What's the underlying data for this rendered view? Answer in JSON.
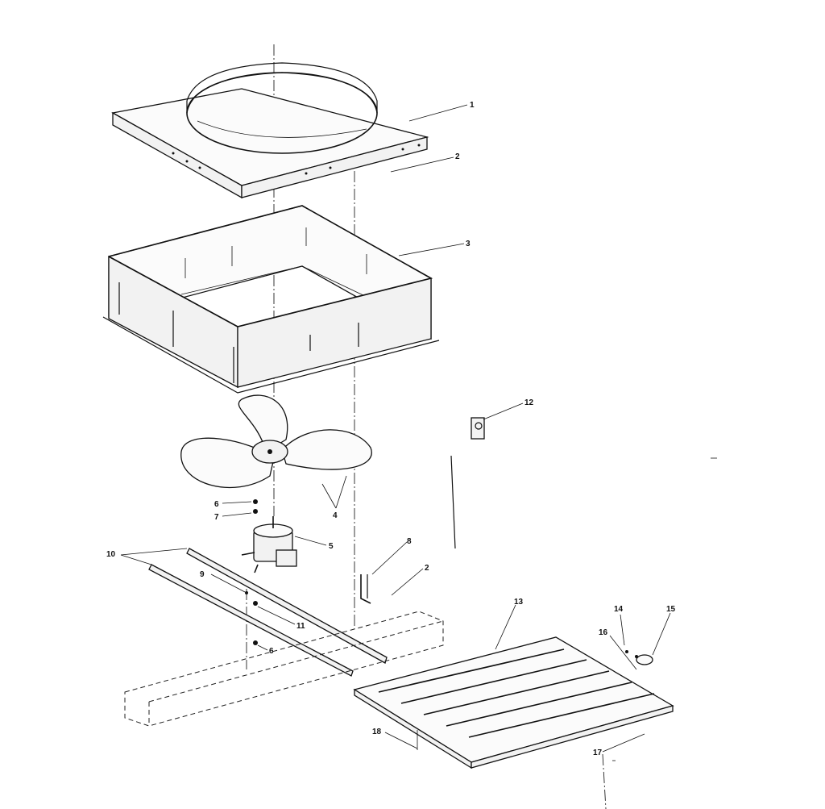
{
  "callouts": [
    {
      "id": "c1",
      "text": "1"
    },
    {
      "id": "c2a",
      "text": "2"
    },
    {
      "id": "c3",
      "text": "3"
    },
    {
      "id": "c12",
      "text": "12"
    },
    {
      "id": "c4",
      "text": "4"
    },
    {
      "id": "c6a",
      "text": "6"
    },
    {
      "id": "c7",
      "text": "7"
    },
    {
      "id": "c5",
      "text": "5"
    },
    {
      "id": "c10",
      "text": "10"
    },
    {
      "id": "c8",
      "text": "8"
    },
    {
      "id": "c2b",
      "text": "2"
    },
    {
      "id": "c9",
      "text": "9"
    },
    {
      "id": "c11",
      "text": "11"
    },
    {
      "id": "c6b",
      "text": "6"
    },
    {
      "id": "c13",
      "text": "13"
    },
    {
      "id": "c14",
      "text": "14"
    },
    {
      "id": "c15",
      "text": "15"
    },
    {
      "id": "c16",
      "text": "16"
    },
    {
      "id": "c18",
      "text": "18"
    },
    {
      "id": "c17",
      "text": "17"
    }
  ],
  "colors": {
    "ink": "#111111",
    "paper": "#ffffff"
  }
}
